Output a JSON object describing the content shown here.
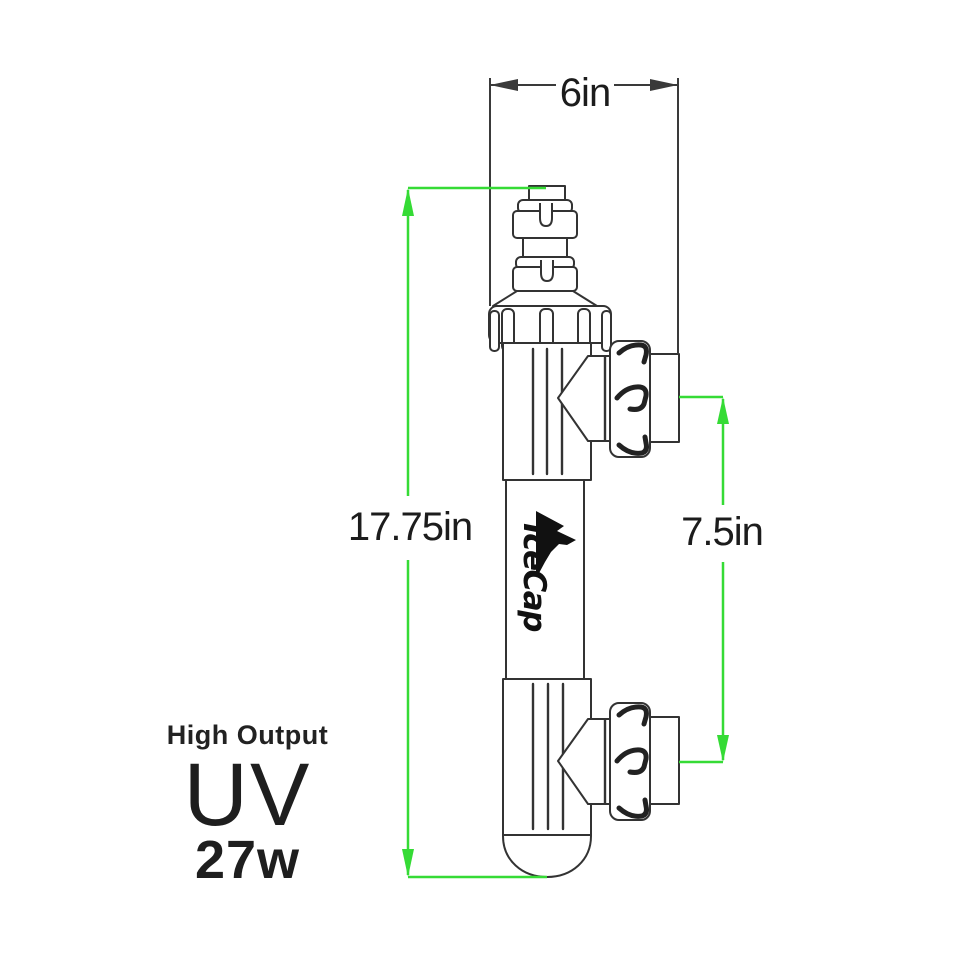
{
  "meta": {
    "title": "IceCap High Output UV 27w dimension diagram"
  },
  "colors": {
    "dimension_accent": "#35db35",
    "ink": "#333333",
    "text": "#1c1c1c"
  },
  "dimensions": {
    "width": {
      "label": "6in"
    },
    "height": {
      "label": "17.75in"
    },
    "outlet_spacing": {
      "label": "7.5in"
    }
  },
  "device": {
    "logo": "IceCap"
  },
  "product": {
    "subtitle": "High Output",
    "name": "UV",
    "wattage": "27w"
  }
}
